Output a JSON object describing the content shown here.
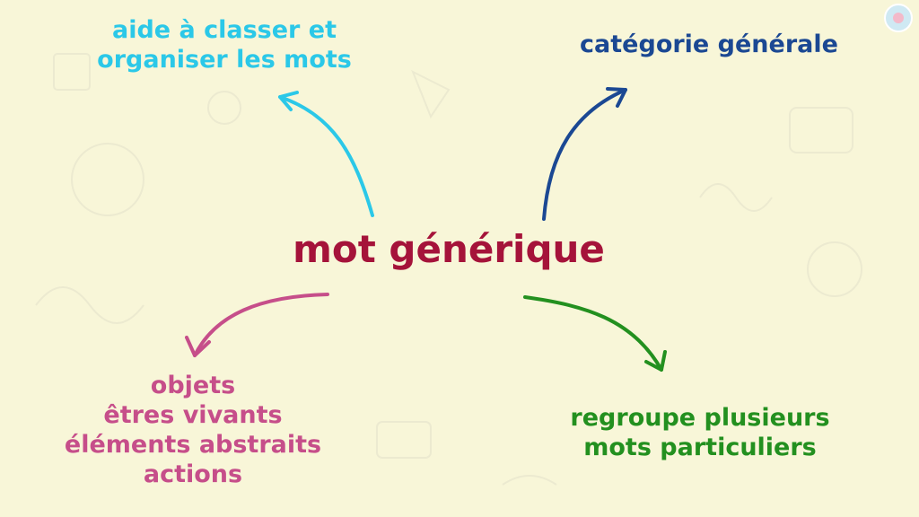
{
  "diagram": {
    "center": {
      "label": "mot générique",
      "color": "#a5133a"
    },
    "branches": [
      {
        "id": "top-left",
        "lines": [
          "aide à classer et",
          "organiser les mots"
        ],
        "color": "#2bc8e8"
      },
      {
        "id": "top-right",
        "lines": [
          "catégorie générale"
        ],
        "color": "#1b4893"
      },
      {
        "id": "bottom-left",
        "lines": [
          "objets",
          "êtres vivants",
          "éléments abstraits",
          "actions"
        ],
        "color": "#c64e8a"
      },
      {
        "id": "bottom-right",
        "lines": [
          "regroupe plusieurs",
          "mots particuliers"
        ],
        "color": "#23901f"
      }
    ]
  },
  "logo": {
    "icon": "brain-logo-icon"
  },
  "background_color": "#f8f6d8"
}
